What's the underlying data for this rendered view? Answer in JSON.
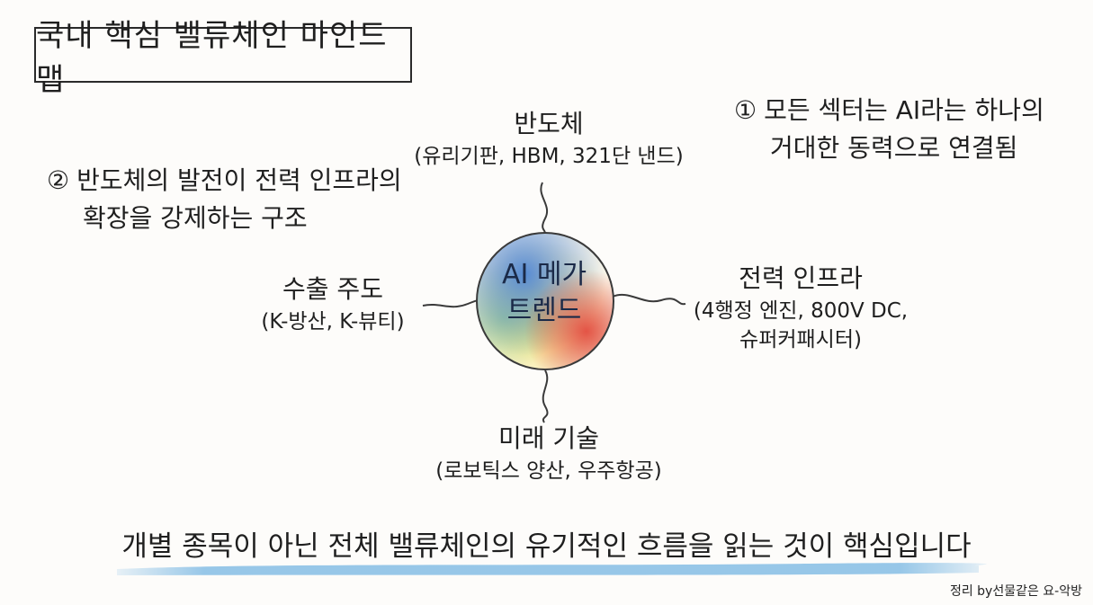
{
  "title": "국내 핵심 밸류체인 마인드맵",
  "center": {
    "line1": "AI 메가",
    "line2": "트렌드"
  },
  "nodes": {
    "top": {
      "head": "반도체",
      "sub": "(유리기판, HBM, 321단 낸드)"
    },
    "left": {
      "head": "수출 주도",
      "sub": "(K-방산, K-뷰티)"
    },
    "right": {
      "head": "전력 인프라",
      "sub1": "(4행정 엔진, 800V DC,",
      "sub2": "슈퍼커패시터)"
    },
    "bottom": {
      "head": "미래 기술",
      "sub": "(로보틱스 양산, 우주항공)"
    }
  },
  "notes": {
    "one": {
      "num": "①",
      "line1": "모든 섹터는 AI라는 하나의",
      "line2": "거대한 동력으로 연결됨"
    },
    "two": {
      "num": "②",
      "line1": "반도체의 발전이 전력 인프라의",
      "line2": "확장을 강제하는 구조"
    }
  },
  "bottom_text": "개별 종목이 아닌 전체 밸류체인의 유기적인 흐름을 읽는 것이 핵심입니다",
  "signature": "정리 by선물같은 요-악방",
  "colors": {
    "circle_blue": "#5b8fd8",
    "circle_yellow": "#f3dc5a",
    "circle_red": "#e4584a",
    "underline": "#8cc1e6"
  }
}
